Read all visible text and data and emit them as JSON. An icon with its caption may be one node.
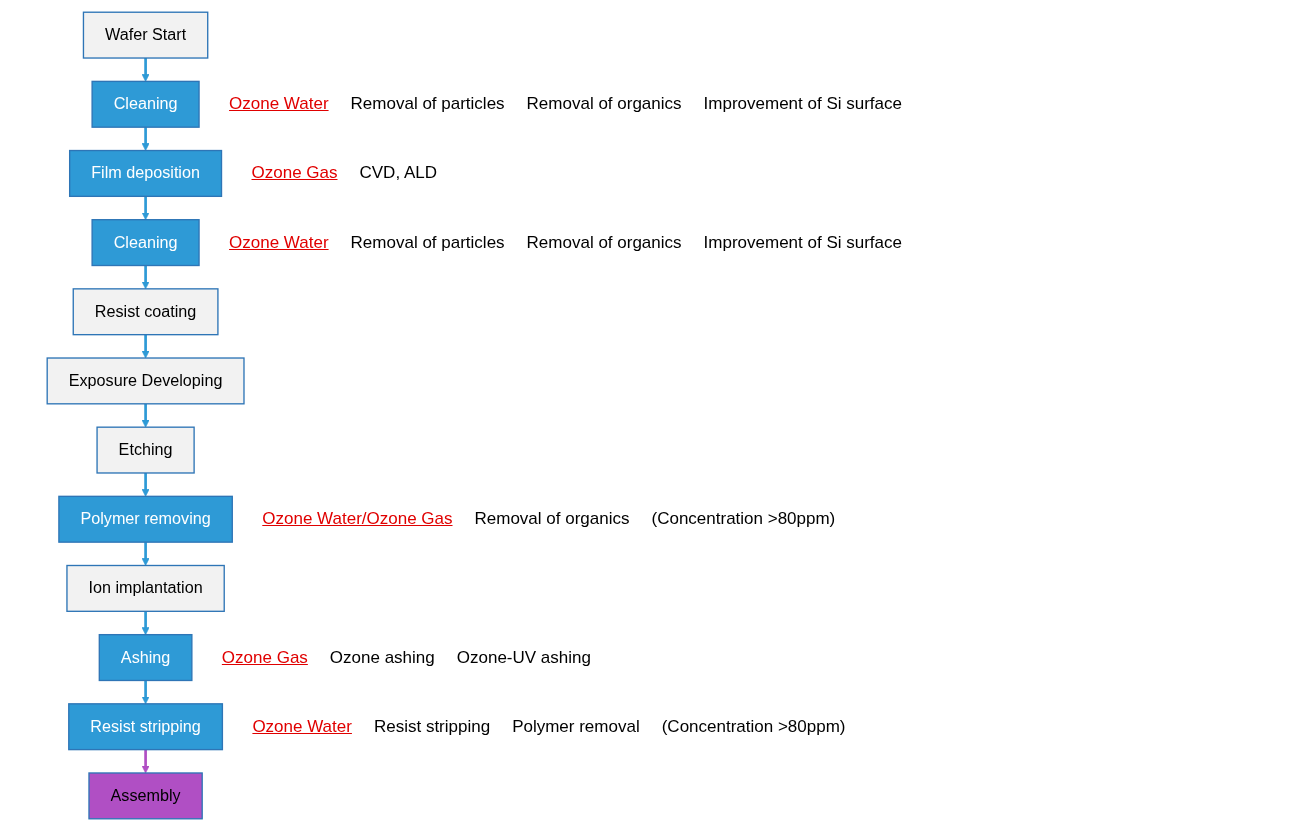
{
  "diagram": {
    "nodes": [
      {
        "text": [
          "Wafer Start"
        ]
      },
      {
        "text": [
          "Cleaning"
        ],
        "beside": [
          "Ozone Water",
          "Removal of particles",
          "Removal of organics",
          "Improvement of Si surface"
        ]
      },
      {
        "text": [
          "Film deposition"
        ],
        "beside": [
          "Ozone Gas",
          "CVD, ALD"
        ]
      },
      {
        "text": [
          "Cleaning"
        ],
        "beside": [
          "Ozone Water",
          "Removal of particles",
          "Removal of organics",
          "Improvement of Si surface"
        ]
      },
      {
        "text": [
          "Resist coating"
        ]
      },
      {
        "text": [
          "Exposure Developing"
        ]
      },
      {
        "text": [
          "Etching"
        ]
      },
      {
        "text": [
          "Polymer removing"
        ],
        "beside": [
          "Ozone Water/Ozone Gas",
          "Removal of organics",
          "(Concentration >80ppm)"
        ]
      },
      {
        "text": [
          "Ion implantation"
        ]
      },
      {
        "text": [
          "Ashing"
        ],
        "beside": [
          "Ozone Gas",
          "Ozone ashing",
          "Ozone-UV ashing"
        ]
      },
      {
        "text": [
          "Resist stripping"
        ],
        "beside": [
          "Ozone Water",
          "Resist stripping",
          "Polymer removal",
          "(Concentration >80ppm)"
        ]
      },
      {
        "text": [
          "Assembly"
        ]
      }
    ],
    "edges": [
      {
        "from": 0,
        "to": 1,
        "arrow": "to"
      },
      {
        "from": 1,
        "to": 2,
        "arrow": "to"
      },
      {
        "from": 2,
        "to": 3,
        "arrow": "to"
      },
      {
        "from": 3,
        "to": 4,
        "arrow": "to"
      },
      {
        "from": 4,
        "to": 5,
        "arrow": "to"
      },
      {
        "from": 5,
        "to": 6,
        "arrow": "to"
      },
      {
        "from": 6,
        "to": 7,
        "arrow": "to"
      },
      {
        "from": 7,
        "to": 8,
        "arrow": "to"
      },
      {
        "from": 8,
        "to": 9,
        "arrow": "to"
      },
      {
        "from": 9,
        "to": 10,
        "arrow": "to"
      },
      {
        "from": 10,
        "to": 11,
        "arrow": "to",
        "color": "#b04fc4"
      }
    ]
  }
}
